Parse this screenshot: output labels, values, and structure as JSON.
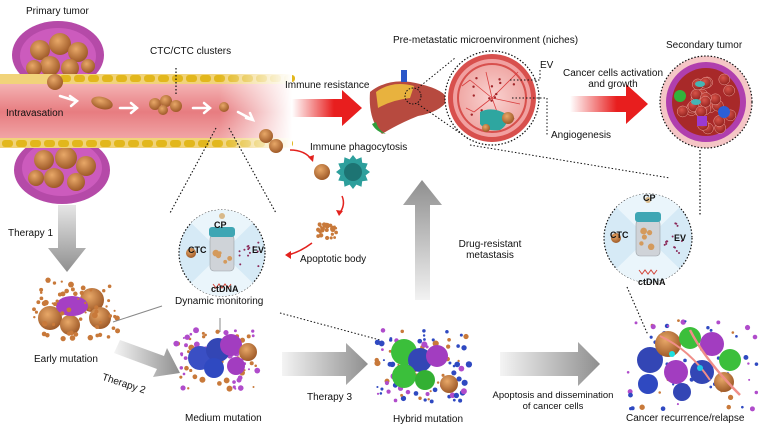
{
  "figure": {
    "labels": {
      "primary_tumor": "Primary tumor",
      "ctc_clusters": "CTC/CTC clusters",
      "intravasation": "Intravasation",
      "immune_resistance": "Immune resistance",
      "pre_metastatic": "Pre-metastatic microenvironment (niches)",
      "ev_niche": "EV",
      "angiogenesis": "Angiogenesis",
      "activation_line1": "Cancer cells activation",
      "activation_line2": "and growth",
      "secondary_tumor": "Secondary tumor",
      "immune_phagocytosis": "Immune phagocytosis",
      "apoptotic_body": "Apoptotic body",
      "therapy1": "Therapy 1",
      "therapy2": "Therapy 2",
      "therapy3": "Therapy 3",
      "early_mutation": "Early mutation",
      "medium_mutation": "Medium mutation",
      "hybrid_mutation": "Hybrid mutation",
      "dynamic_monitoring": "Dynamic monitoring",
      "drug_resistant_line1": "Drug-resistant",
      "drug_resistant_line2": "metastasis",
      "apoptosis_line1": "Apoptosis and dissemination",
      "apoptosis_line2": "of cancer cells",
      "recurrence": "Cancer recurrence/relapse"
    },
    "liquid_biopsy": {
      "cp": "CP",
      "ctc": "CTC",
      "ev": "EV",
      "ctdna": "ctDNA"
    },
    "colors": {
      "vessel": "#e9868a",
      "vessel_wall": "#e4c33a",
      "tumor_cell": "#c8793a",
      "stroma": "#a23ca8",
      "red_arrow": "#e81e1e",
      "monitor_bg": "#cfe6f3",
      "bottle_cap": "#3fa6b4",
      "gray_arrow": "#9a9a9a",
      "blue_cell": "#3a4fc4",
      "green_cell": "#3bbf3b",
      "purple_cell": "#a23dc0",
      "teal_cell": "#2ea7a4"
    }
  }
}
